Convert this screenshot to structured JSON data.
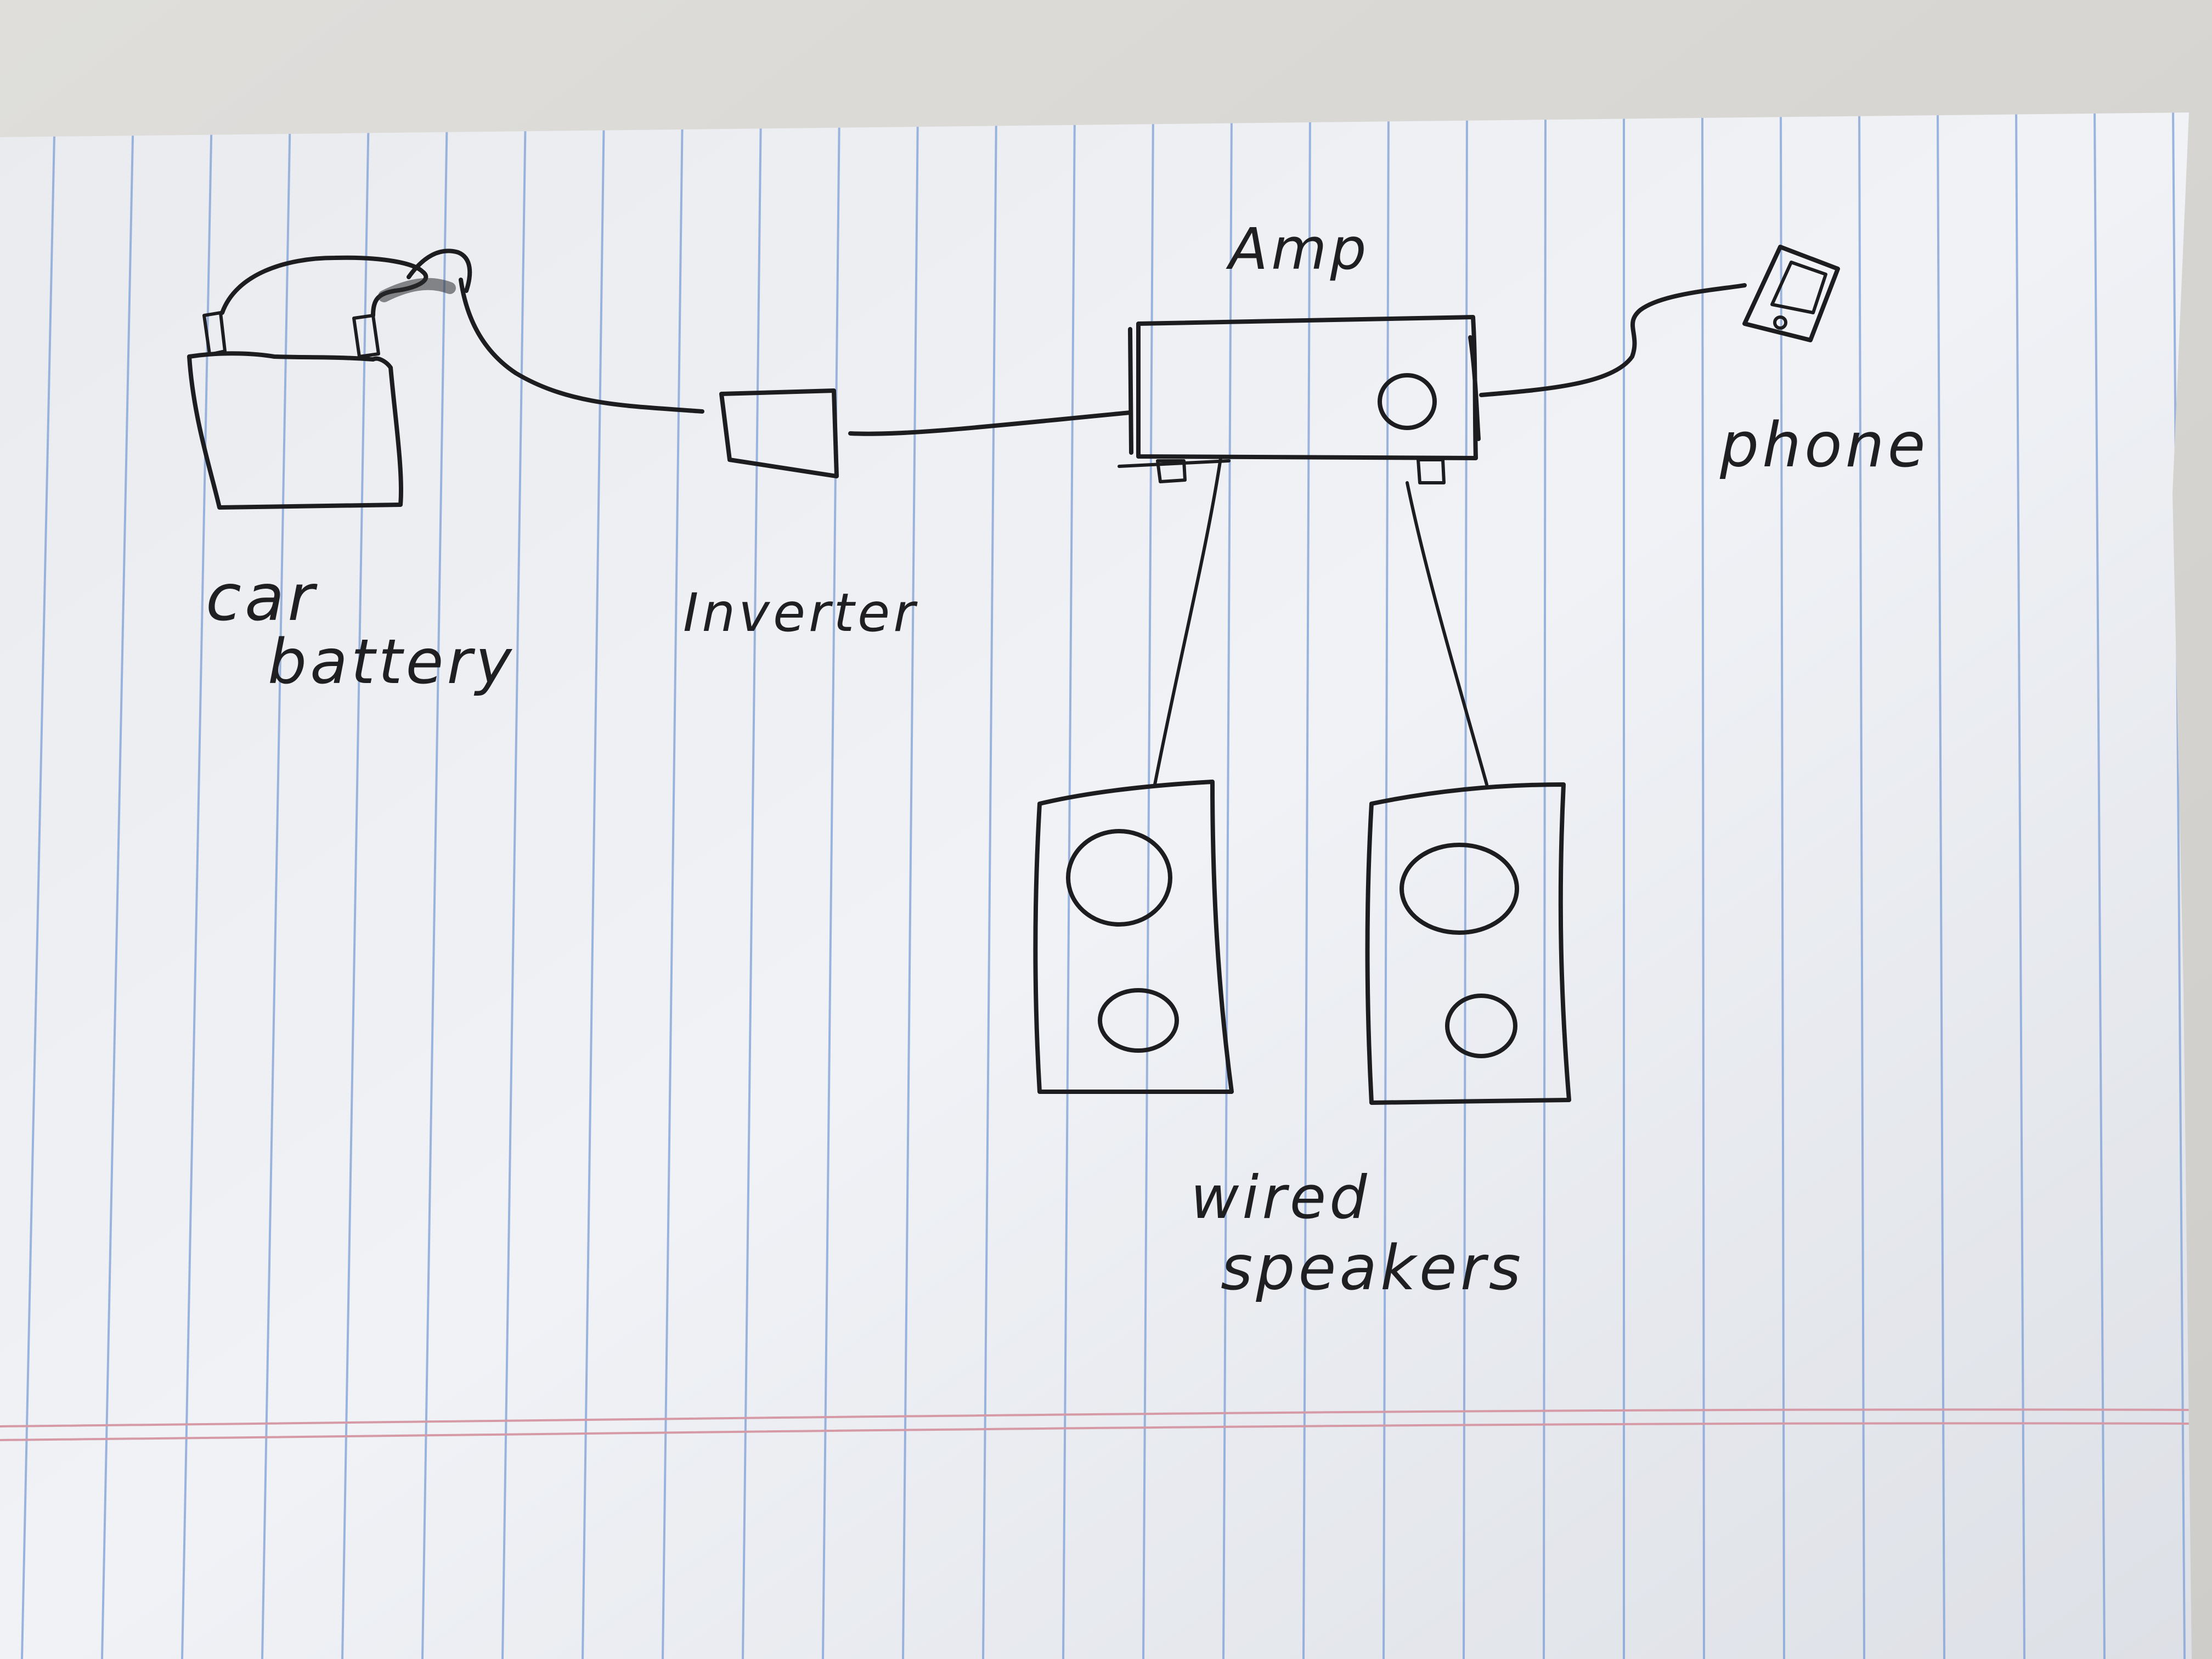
{
  "diagram": {
    "labels": {
      "car_battery_line1": "car",
      "car_battery_line2": "battery",
      "inverter": "Inverter",
      "amp": "Amp",
      "phone": "phone",
      "speakers_line1": "wired",
      "speakers_line2": "speakers"
    }
  },
  "colors": {
    "paper": "#eef0f4",
    "rule_line": "#7d9fd6",
    "margin_line": "#d59aa6",
    "ink": "#1d1d20",
    "background": "#d9d8d4"
  }
}
